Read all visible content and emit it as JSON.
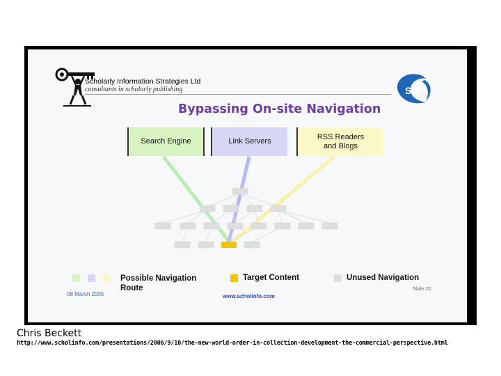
{
  "slide": {
    "org_name": "Scholarly Information Strategies Ltd",
    "org_tagline": "consultants in scholarly publishing",
    "logo_text": "SIS",
    "title": "Bypassing On-site Navigation",
    "entry_points": [
      {
        "label": "Search Engine",
        "color": "#d9f2c2"
      },
      {
        "label": "Link Servers",
        "color": "#d6d6f6"
      },
      {
        "label": "RSS Readers and Blogs",
        "color": "#fcf7c6"
      }
    ],
    "legend": {
      "possible_route": "Possible Navigation Route",
      "target": "Target Content",
      "unused": "Unused Navigation"
    },
    "colors": {
      "target": "#f5c400",
      "unused": "#dedede",
      "title": "#6a3fa0"
    },
    "footer": {
      "date": "08 March 2005",
      "url": "www.scholinfo.com",
      "slide_no": "Slide 22"
    }
  },
  "caption": {
    "author": "Chris Beckett",
    "source_url": "http://www.scholinfo.com/presentations/2006/9/10/the-new-world-order-in-collection-development-the-commercial-perspective.html"
  }
}
